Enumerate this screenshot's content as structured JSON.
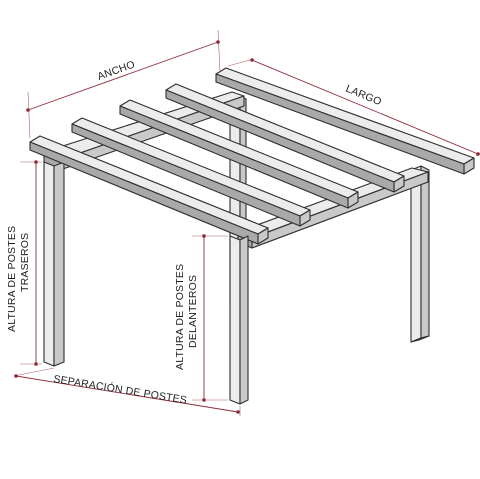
{
  "labels": {
    "ancho": "ANCHO",
    "largo": "LARGO",
    "altura_traseros_line1": "ALTURA DE POSTES",
    "altura_traseros_line2": "TRASEROS",
    "altura_delanteros_line1": "ALTURA DE POSTES",
    "altura_delanteros_line2": "DELANTEROS",
    "separacion": "SEPARACIÓN DE POSTES"
  },
  "colors": {
    "dimension": "#8e2b3a",
    "wood_light": "#ececec",
    "wood_side": "#c9c9c9",
    "outline": "#2e2e2e"
  }
}
